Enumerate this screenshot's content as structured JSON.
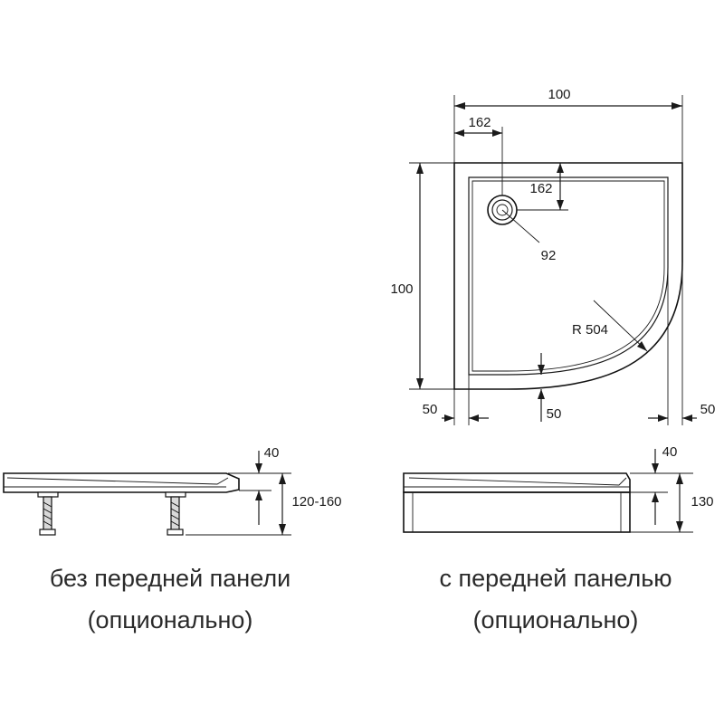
{
  "top_view": {
    "overall_width": "100",
    "overall_depth": "100",
    "drain_offset_x": "162",
    "drain_offset_y": "162",
    "drain_diameter": "92",
    "radius": "R 504",
    "rim_left": "50",
    "rim_front": "50",
    "rim_right": "50"
  },
  "side_without_panel": {
    "rim_height": "40",
    "total_height": "120-160",
    "caption_line1": "без передней панели",
    "caption_line2": "(опционально)"
  },
  "side_with_panel": {
    "rim_height": "40",
    "total_height": "130",
    "caption_line1": "с передней панелью",
    "caption_line2": "(опционально)"
  },
  "colors": {
    "line": "#1a1a1a",
    "tray_fill": "#ffffff",
    "shading": "#d9d9d9"
  }
}
